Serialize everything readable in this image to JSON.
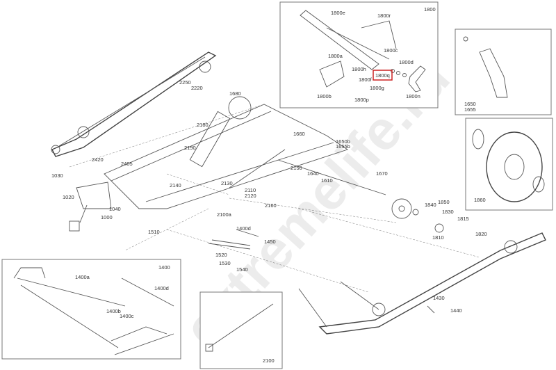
{
  "watermark": "extremelife.ru",
  "highlight_color": "#cc2222",
  "highlighted_part": "1800q",
  "insets": {
    "rear_arm": {
      "title": "1800",
      "labels": [
        "1800e",
        "1800r",
        "1800c",
        "1800d",
        "1800a",
        "1800h",
        "1800q",
        "1800f",
        "1800g",
        "1800b",
        "1800p",
        "1800n"
      ]
    },
    "stopper": {
      "labels": [
        "1650",
        "1655"
      ]
    },
    "wheel": {
      "title": "1860"
    },
    "front_arm": {
      "title": "1400",
      "labels": [
        "1400a",
        "1400d",
        "1400b",
        "1400c"
      ]
    },
    "cable": {
      "title": "2100"
    }
  },
  "main_labels": [
    "2250",
    "2220",
    "1680",
    "2180",
    "1660",
    "1650b",
    "1655b",
    "2190",
    "2405",
    "2420",
    "1030",
    "2150",
    "1640",
    "1610",
    "1670",
    "2140",
    "2130",
    "2110",
    "2120",
    "1020",
    "2160",
    "1040",
    "1000",
    "2100a",
    "1840",
    "1850",
    "1830",
    "1815",
    "1810",
    "1820",
    "1510",
    "1400d",
    "1450",
    "1520",
    "1530",
    "1540",
    "1430",
    "1440"
  ]
}
